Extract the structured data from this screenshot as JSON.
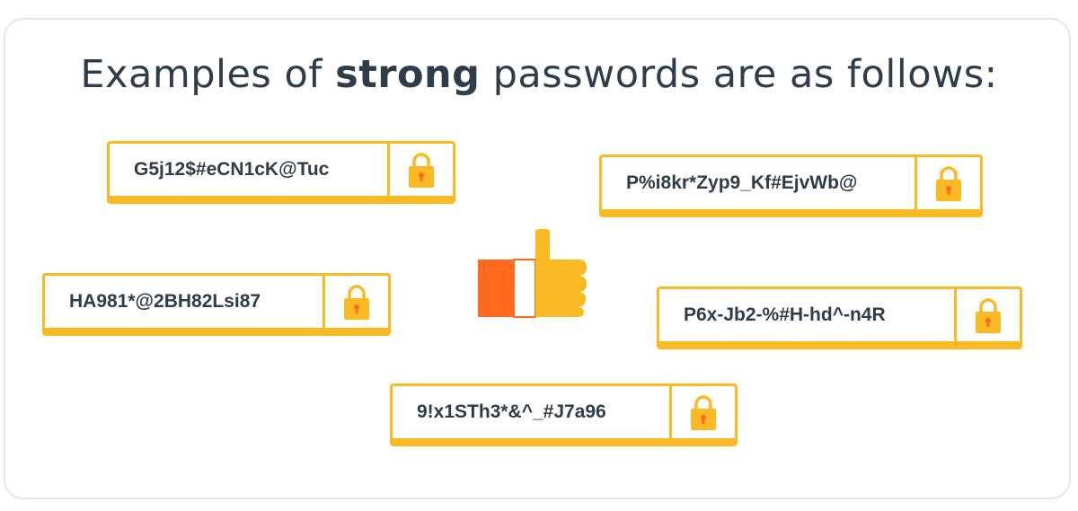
{
  "headline": {
    "prefix": "Examples of",
    "emphasis": "strong",
    "suffix": "passwords are as follows:"
  },
  "passwords": [
    {
      "text": "G5j12$#eCN1cK@Tuc"
    },
    {
      "text": "P%i8kr*Zyp9_Kf#EjvWb@"
    },
    {
      "text": "HA981*@2BH82Lsi87"
    },
    {
      "text": "P6x-Jb2-%#H-hd^-n4R"
    },
    {
      "text": "9!x1STh3*&^_#J7a96"
    }
  ],
  "colors": {
    "accent": "#fbb923",
    "thumb_orange": "#ff6a1f",
    "text": "#2f3d4a",
    "border": "#e6e6e6"
  },
  "icons": {
    "lock": "lock-icon",
    "thumb": "thumbs-up-icon"
  }
}
